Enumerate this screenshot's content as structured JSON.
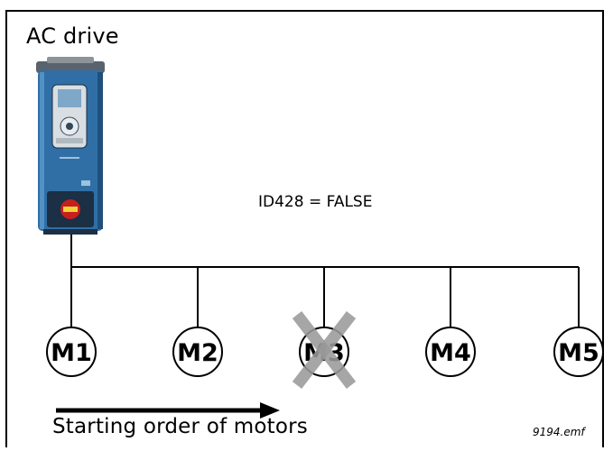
{
  "diagram": {
    "title": "AC drive",
    "parameter_label": "ID428 = FALSE",
    "order_label": "Starting order of motors",
    "file_reference": "9194.emf",
    "motors": [
      {
        "label": "M1",
        "disabled": false
      },
      {
        "label": "M2",
        "disabled": false
      },
      {
        "label": "M3",
        "disabled": true
      },
      {
        "label": "M4",
        "disabled": false
      },
      {
        "label": "M5",
        "disabled": false
      }
    ]
  },
  "colors": {
    "frame": "#000000",
    "drive_body": "#2f6fa6",
    "drive_dark": "#1b2f45",
    "cross_mark": "#9a9a9a"
  }
}
